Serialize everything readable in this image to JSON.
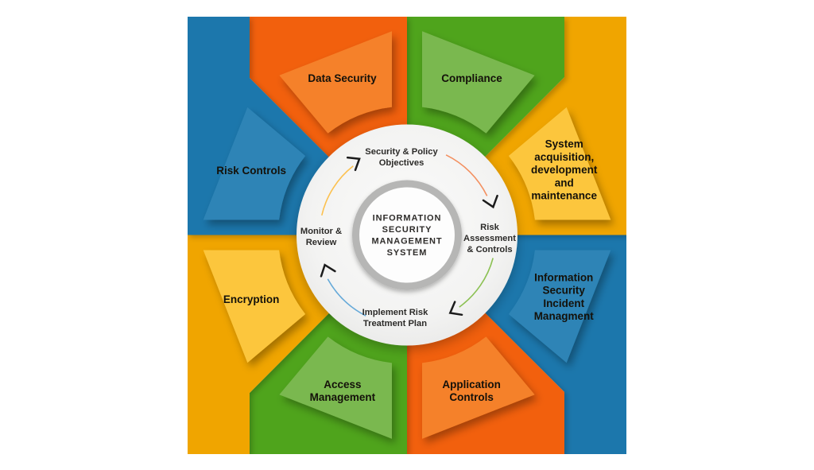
{
  "colors": {
    "bg_blue": "#1b77ac",
    "bg_orange": "#f26107",
    "bg_green": "#4fa41d",
    "bg_yellow": "#f0a502",
    "wedge_blue": "#2d84b6",
    "wedge_orange": "#f5812a",
    "wedge_green": "#7ab84f",
    "wedge_yellow": "#fcc63e",
    "circle_fill_center": "#fbfbfa",
    "circle_fill_edge": "#e9e9e8",
    "ring_gray": "#b6b6b5",
    "hub_white": "#fdfdfd",
    "arrow_yellow": "#fcc14f",
    "arrow_orange": "#f39060",
    "arrow_green": "#8cc153",
    "arrow_blue": "#67aad9",
    "arrowhead_black": "#1c1c1c",
    "wedge_label": "#14110a",
    "cycle_label": "#2c2b29",
    "title_color": "#2e2c2a"
  },
  "center": {
    "title_lines": [
      "INFORMATION",
      "SECURITY",
      "MANAGEMENT",
      "SYSTEM"
    ]
  },
  "cycle_steps": [
    {
      "id": "security-policy-objectives",
      "lines": [
        "Security & Policy",
        "Objectives"
      ]
    },
    {
      "id": "risk-assessment-controls",
      "lines": [
        "Risk",
        "Assessment",
        "& Controls"
      ]
    },
    {
      "id": "implement-risk-treatment-plan",
      "lines": [
        "Implement Risk",
        "Treatment Plan"
      ]
    },
    {
      "id": "monitor-review",
      "lines": [
        "Monitor &",
        "Review"
      ]
    }
  ],
  "cycle_arrows": [
    {
      "id": "arrow-monitor-to-objectives",
      "color_key": "arrow_yellow"
    },
    {
      "id": "arrow-objectives-to-risk-assessment",
      "color_key": "arrow_orange"
    },
    {
      "id": "arrow-risk-assessment-to-implement",
      "color_key": "arrow_green"
    },
    {
      "id": "arrow-implement-to-monitor",
      "color_key": "arrow_blue"
    }
  ],
  "wedges": [
    {
      "id": "data-security",
      "lines": [
        "Data Security"
      ],
      "color_key": "wedge_orange"
    },
    {
      "id": "compliance",
      "lines": [
        "Compliance"
      ],
      "color_key": "wedge_green"
    },
    {
      "id": "system-acquisition-development-maintenance",
      "lines": [
        "System",
        "acquisition,",
        "development",
        "and",
        "maintenance"
      ],
      "color_key": "wedge_yellow"
    },
    {
      "id": "information-security-incident-managment",
      "lines": [
        "Information",
        "Security",
        "Incident",
        "Managment"
      ],
      "color_key": "wedge_blue"
    },
    {
      "id": "application-controls",
      "lines": [
        "Application",
        "Controls"
      ],
      "color_key": "wedge_orange"
    },
    {
      "id": "access-management",
      "lines": [
        "Access",
        "Management"
      ],
      "color_key": "wedge_green"
    },
    {
      "id": "encryption",
      "lines": [
        "Encryption"
      ],
      "color_key": "wedge_yellow"
    },
    {
      "id": "risk-controls",
      "lines": [
        "Risk Controls"
      ],
      "color_key": "wedge_blue"
    }
  ],
  "background_sectors": [
    {
      "id": "bg-bottom-right-blue",
      "color_key": "bg_blue"
    },
    {
      "id": "bg-bottom-orange",
      "color_key": "bg_orange"
    },
    {
      "id": "bg-bottom-green",
      "color_key": "bg_green"
    },
    {
      "id": "bg-bottom-left-yellow",
      "color_key": "bg_yellow"
    },
    {
      "id": "bg-top-right-yellow",
      "color_key": "bg_yellow"
    },
    {
      "id": "bg-top-green",
      "color_key": "bg_green"
    },
    {
      "id": "bg-top-orange",
      "color_key": "bg_orange"
    },
    {
      "id": "bg-top-left-blue",
      "color_key": "bg_blue"
    }
  ]
}
